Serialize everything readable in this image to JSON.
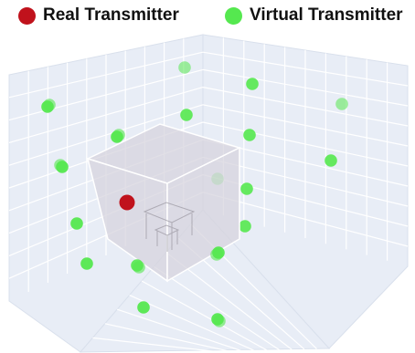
{
  "legend": {
    "real_label": "Real Transmitter",
    "virtual_label": "Virtual Transmitter"
  },
  "colors": {
    "real": "#c0121c",
    "virtual": "#55e84f",
    "grid_fill": "#e8edf6",
    "grid_line": "#ffffff",
    "room_fill": "#d6d3dc",
    "room_edge": "#ffffff"
  },
  "transmitters": {
    "real_count": 1,
    "virtual_count": 24
  }
}
